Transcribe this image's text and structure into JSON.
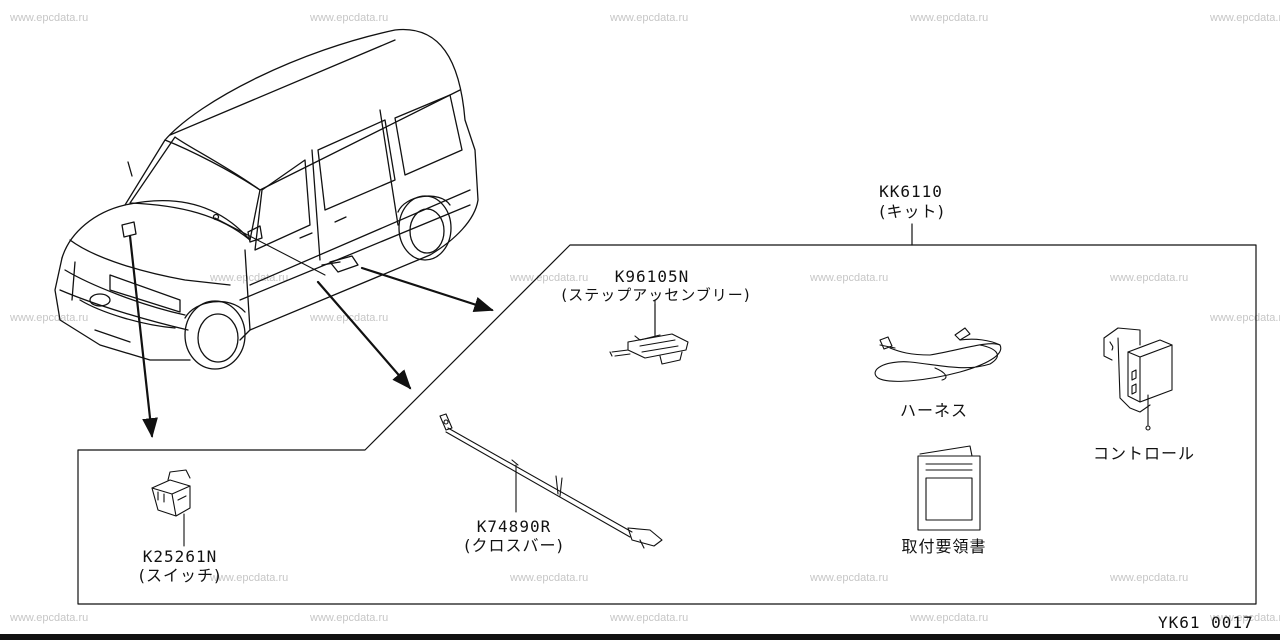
{
  "watermark": "www.epcdata.ru",
  "diagram": {
    "kit": {
      "part_no": "KK6110",
      "name": "(キット)"
    },
    "step_assembly": {
      "part_no": "K96105N",
      "name": "(ステップアッセンブリー)"
    },
    "harness": {
      "name": "ハーネス"
    },
    "control": {
      "name": "コントロール"
    },
    "cross_bar": {
      "part_no": "K74890R",
      "name": "(クロスバー)"
    },
    "manual": {
      "name": "取付要領書"
    },
    "switch": {
      "part_no": "K25261N",
      "name": "(スイッチ)"
    },
    "diagram_code": "YK61 0017"
  }
}
